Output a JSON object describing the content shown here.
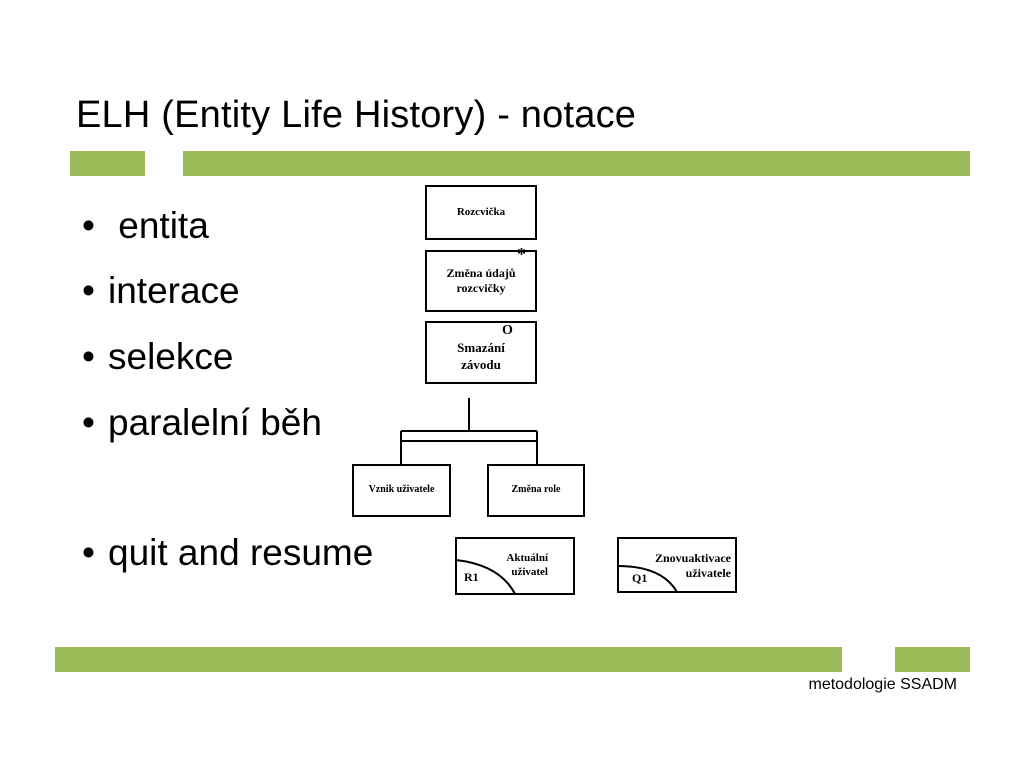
{
  "slide": {
    "title": "ELH (Entity Life History) - notace",
    "footer": "metodologie SSADM"
  },
  "bullets": [
    {
      "text": " entita"
    },
    {
      "text": "interace"
    },
    {
      "text": "selekce"
    },
    {
      "text": "paralelní běh"
    },
    {
      "text": "quit and resume"
    }
  ],
  "bullet_symbol": "•",
  "diagram": {
    "entity_box": "Rozcvička",
    "iteration_box": "Změna údajů rozcvičky",
    "iteration_marker": "*",
    "selection_box": "Smazání závodu",
    "selection_marker": "O",
    "parallel_left": "Vznik uživatele",
    "parallel_right": "Změna role",
    "quit_box": "Aktuální uživatel",
    "quit_code": "R1",
    "resume_box": "Znovuaktivace uživatele",
    "resume_code": "Q1"
  },
  "colors": {
    "accent_bar": "#9bbb59"
  }
}
